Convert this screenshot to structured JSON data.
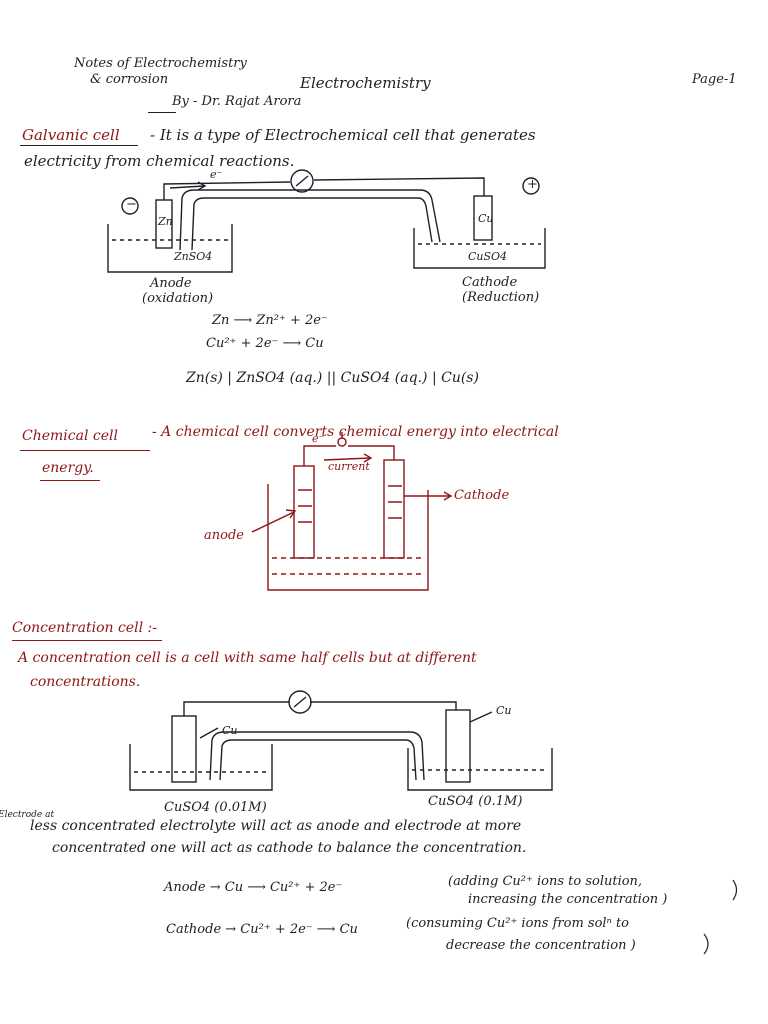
{
  "header": {
    "notes_line1": "Notes of Electrochemistry",
    "notes_line2": "& corrosion",
    "title": "Electrochemistry",
    "author": "By - Dr. Rajat Arora",
    "page": "Page-1"
  },
  "galvanic": {
    "heading": "Galvanic cell",
    "def_line1": "- It is a type of Electrochemical cell that generates",
    "def_line2": "electricity from chemical reactions.",
    "left_electrode": "Zn",
    "right_electrode": "Cu",
    "left_solution": "ZnSO4",
    "right_solution": "CuSO4",
    "electron": "e⁻",
    "minus": "−",
    "plus": "+",
    "anode_label": "Anode",
    "anode_sub": "(oxidation)",
    "cathode_label": "Cathode",
    "cathode_sub": "(Reduction)",
    "eq1": "Zn ⟶ Zn²⁺ + 2e⁻",
    "eq2": "Cu²⁺ + 2e⁻ ⟶ Cu",
    "notation": "Zn(s) | ZnSO4 (aq.) || CuSO4 (aq.) | Cu(s)"
  },
  "chemical": {
    "heading": "Chemical cell",
    "def_line1": "- A chemical cell converts chemical energy into electrical",
    "def_line2": "energy.",
    "electron": "e⁻",
    "current": "current",
    "cathode": "Cathode",
    "anode": "anode"
  },
  "concentration": {
    "heading": "Concentration cell :-",
    "def_line1": "A concentration cell is a cell with same half cells but at different",
    "def_line2": "concentrations.",
    "left_electrode": "Cu",
    "right_electrode": "Cu",
    "left_solution": "CuSO4 (0.01M)",
    "right_solution": "CuSO4 (0.1M)",
    "para_line1a": "Electrode at",
    "para_line1b": "less concentrated electrolyte will act as anode and electrode at more",
    "para_line2": "concentrated one will act as cathode to balance the concentration.",
    "anode_eq": "Anode → Cu ⟶ Cu²⁺ + 2e⁻",
    "anode_note1": "(adding Cu²⁺ ions to solution,",
    "anode_note2": "increasing the concentration )",
    "cathode_eq": "Cathode → Cu²⁺ + 2e⁻ ⟶ Cu",
    "cathode_note1": "(consuming Cu²⁺ ions from solⁿ to",
    "cathode_note2": "decrease the concentration )"
  }
}
